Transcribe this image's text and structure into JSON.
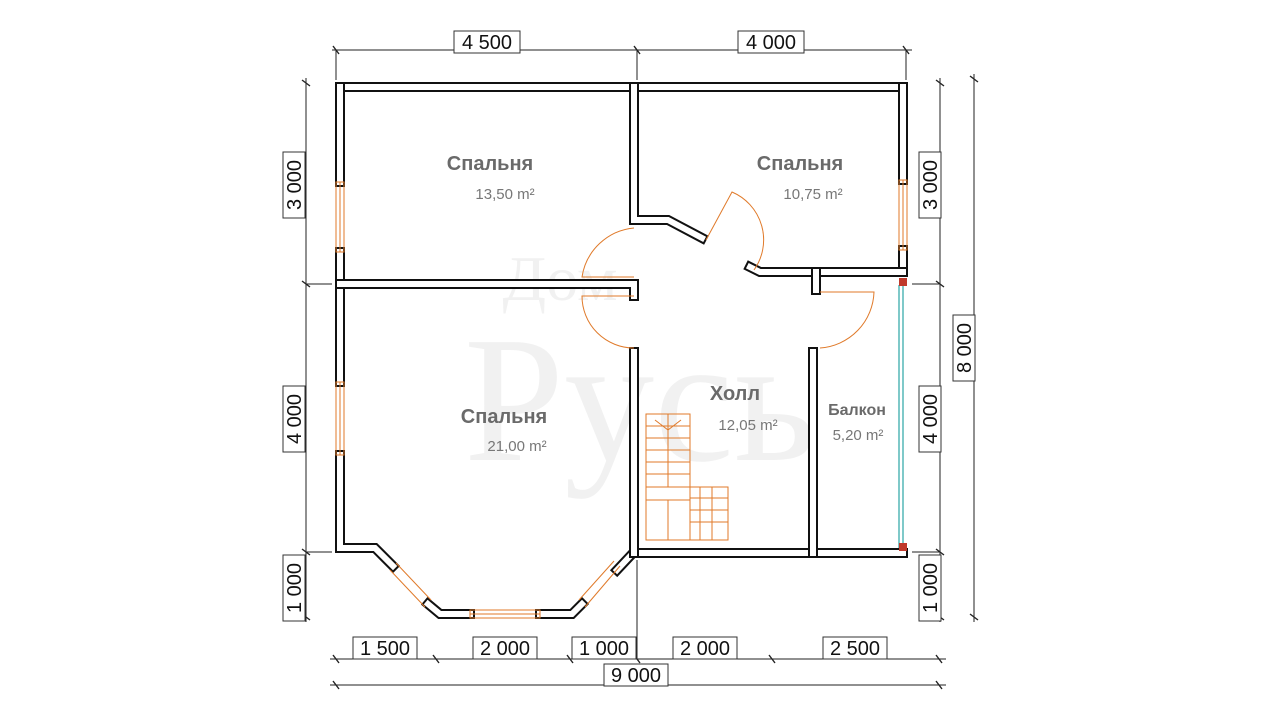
{
  "dimensions": {
    "top": [
      "4 500",
      "4 000"
    ],
    "left": [
      "3 000",
      "4 000",
      "1 000"
    ],
    "right_inner": [
      "3 000",
      "4 000",
      "1 000"
    ],
    "right_total": "8 000",
    "bottom": [
      "1 500",
      "2 000",
      "1 000",
      "2 000",
      "2 500"
    ],
    "bottom_total": "9 000"
  },
  "rooms": [
    {
      "name": "Спальня",
      "area": "13,50 m²"
    },
    {
      "name": "Спальня",
      "area": "10,75 m²"
    },
    {
      "name": "Спальня",
      "area": "21,00 m²"
    },
    {
      "name": "Холл",
      "area": "12,05 m²"
    },
    {
      "name": "Балкон",
      "area": "5,20 m²"
    }
  ],
  "watermark": {
    "line1": "Дом",
    "line2": "Русь"
  },
  "colors": {
    "wall": "#111111",
    "door_window": "#e07a2a",
    "glass": "#7fc9c9",
    "room_label": "#6a6a6a"
  }
}
